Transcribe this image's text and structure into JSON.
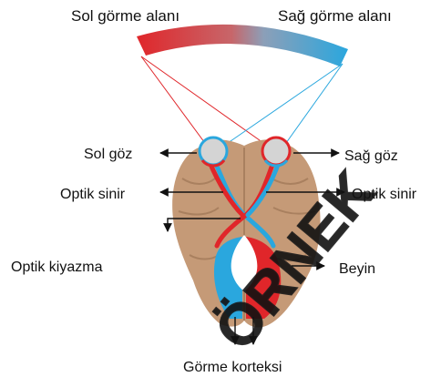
{
  "labels": {
    "left_field": "Sol görme alanı",
    "right_field": "Sağ görme alanı",
    "left_eye": "Sol göz",
    "right_eye": "Sağ göz",
    "optic_nerve_left": "Optik sinir",
    "optic_nerve_right": "Optik sinir",
    "optic_chiasm": "Optik kiyazma",
    "brain": "Beyin",
    "visual_cortex": "Görme korteksi"
  },
  "watermark": "ÖRNEK",
  "colors": {
    "left_field": "#e0262a",
    "right_field": "#2aa7de",
    "brain": "#c59a77",
    "brain_shade": "#a9805f",
    "eye": "#d4d4d4",
    "red_pathway": "#e0262a",
    "blue_pathway": "#2aa7de",
    "watermark": "#1a1a1a"
  },
  "icons": {
    "arrow": "arrow-icon"
  }
}
